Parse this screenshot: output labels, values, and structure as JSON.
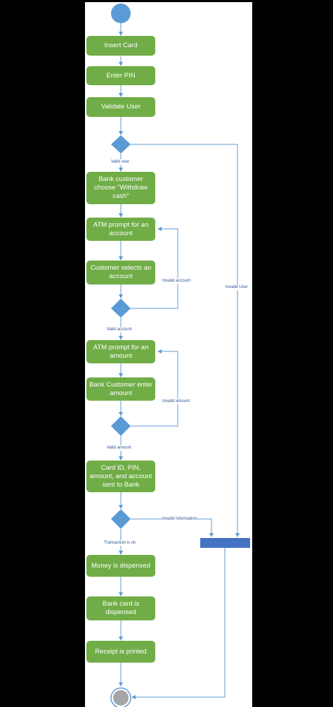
{
  "actions": {
    "insert_card": "Insert Card",
    "enter_pin": "Enter PIN",
    "validate_user": "Validate User",
    "choose_withdraw": "Bank customer choose \"Withdraw cash\"",
    "prompt_account": "ATM prompt for an account",
    "select_account": "Customer selects an account",
    "prompt_amount": "ATM prompt for an amount",
    "enter_amount": "Bank Customer enter amount",
    "send_to_bank": "Card ID, PIN, amount, and account sent to Bank",
    "money_dispensed": "Money is dispensed",
    "card_dispensed": "Bank card is dispensed",
    "receipt_printed": "Receipt is printed"
  },
  "guards": {
    "valid_user": "Valid user",
    "invalid_user": "Invalid User",
    "invalid_account": "Invalid account",
    "valid_account": "Valid account",
    "invalid_amount": "Invalid amount",
    "valid_amount": "Valid amount",
    "invalid_information": "Invalid Information",
    "transaction_ok": "Transaction is ok"
  },
  "colors": {
    "action_fill": "#70ad47",
    "node_fill": "#5b9bd5",
    "flow_line": "#5b9bd5",
    "final_fill": "#a6a6a6",
    "bar_fill": "#4472c4"
  }
}
